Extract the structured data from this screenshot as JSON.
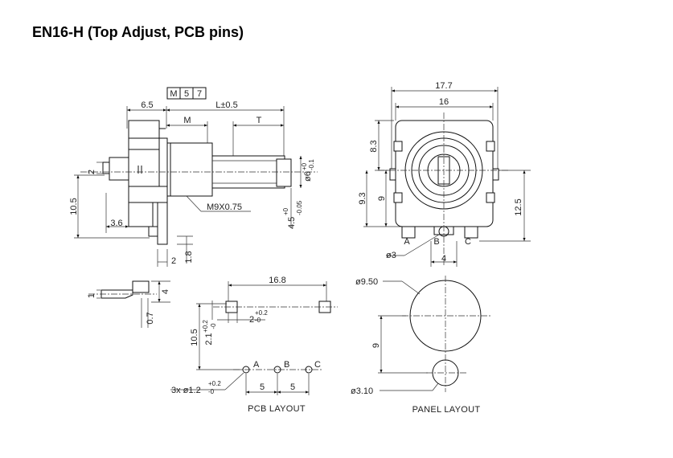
{
  "title": "EN16-H  (Top Adjust, PCB pins)",
  "side_view": {
    "code_box": [
      "M",
      "5",
      "7"
    ],
    "dim_6_5": "6.5",
    "dim_L": "L±0.5",
    "label_M": "M",
    "label_T": "T",
    "dim_10_5": "10.5",
    "dim_2_top": "2",
    "dim_3_6": "3.6",
    "dim_2_bottom": "2",
    "dim_1_8": "1.8",
    "thread": "M9X0.75",
    "shaft_dia": "ø6",
    "shaft_tol_top": "+0",
    "shaft_tol_bot": "-0.1",
    "dim_4_5": "4.5",
    "tol_4_5_top": "+0",
    "tol_4_5_bot": "-0.05"
  },
  "front_view": {
    "dim_17_7": "17.7",
    "dim_16": "16",
    "dim_8_3": "8.3",
    "dim_9_3": "9.3",
    "dim_9": "9",
    "dim_12_5": "12.5",
    "pin_a": "A",
    "pin_b": "B",
    "pin_c": "C",
    "dia_3": "ø3",
    "dim_4": "4"
  },
  "pin_detail": {
    "dim_1": "1",
    "dim_4": "4",
    "dim_0_7": "0.7"
  },
  "pcb_layout": {
    "dim_16_8": "16.8",
    "dim_2": "2",
    "tol_2_top": "+0.2",
    "tol_2_bot": "-0",
    "dim_10_5": "10.5",
    "dim_2_1": "2.1",
    "tol_2_1_top": "+0.2",
    "tol_2_1_bot": "-0",
    "pin_a": "A",
    "pin_b": "B",
    "pin_c": "C",
    "holes": "3x ø1.2",
    "holes_tol_top": "+0.2",
    "holes_tol_bot": "-0",
    "dim_5_left": "5",
    "dim_5_right": "5",
    "caption": "PCB LAYOUT"
  },
  "panel_layout": {
    "dia_9_50": "ø9.50",
    "dim_9": "9",
    "dia_3_10": "ø3.10",
    "caption": "PANEL LAYOUT"
  }
}
